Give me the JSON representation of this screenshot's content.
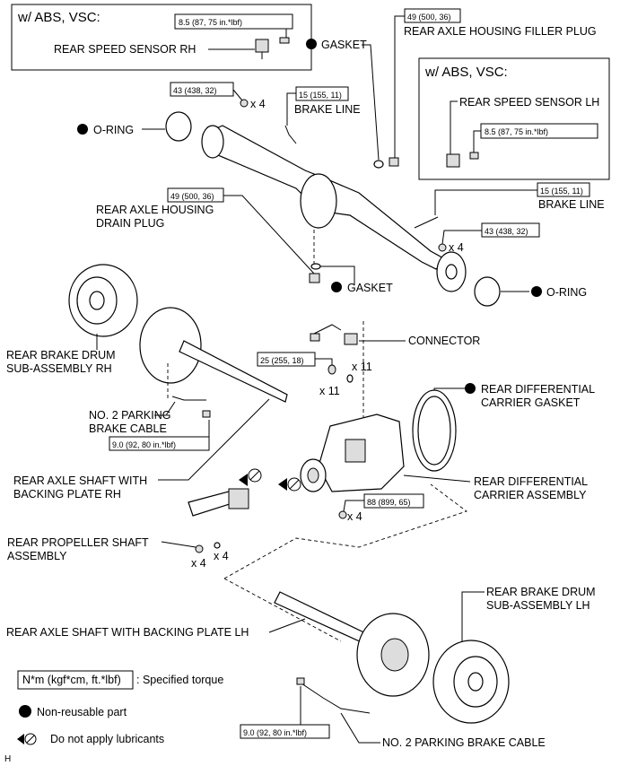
{
  "boxes": {
    "abs_rh_title": "w/ ABS, VSC:",
    "abs_lh_title": "w/ ABS, VSC:"
  },
  "torques": {
    "sensor_rh": "8.5 (87, 75 in.*lbf)",
    "filler_plug": "49 (500, 36)",
    "housing_nut": "43 (438, 32)",
    "brake_line_rh": "15 (155, 11)",
    "sensor_lh": "8.5 (87, 75 in.*lbf)",
    "drain_plug": "49 (500, 36)",
    "brake_line_lh": "15 (155, 11)",
    "housing_nut_lh": "43 (438, 32)",
    "carrier_bolt": "25 (255, 18)",
    "parking_cable_rh": "9.0 (92, 80 in.*lbf)",
    "carrier_nut": "88 (899, 65)",
    "parking_cable_lh": "9.0 (92, 80 in.*lbf)"
  },
  "labels": {
    "rear_speed_sensor_rh": "REAR SPEED SENSOR RH",
    "gasket_top": "GASKET",
    "filler_plug": "REAR AXLE HOUSING FILLER PLUG",
    "rear_speed_sensor_lh": "REAR SPEED SENSOR LH",
    "o_ring_left": "O-RING",
    "brake_line_rh": "BRAKE LINE",
    "drain_plug_1": "REAR AXLE HOUSING",
    "drain_plug_2": "DRAIN PLUG",
    "brake_line_lh": "BRAKE LINE",
    "gasket_bottom": "GASKET",
    "o_ring_right": "O-RING",
    "connector": "CONNECTOR",
    "brake_drum_rh_1": "REAR BRAKE DRUM",
    "brake_drum_rh_2": "SUB-ASSEMBLY RH",
    "carrier_gasket_1": "REAR DIFFERENTIAL",
    "carrier_gasket_2": "CARRIER GASKET",
    "parking_cable_rh_1": "NO. 2 PARKING",
    "parking_cable_rh_2": "BRAKE CABLE",
    "axle_shaft_rh_1": "REAR AXLE SHAFT WITH",
    "axle_shaft_rh_2": "BACKING PLATE RH",
    "diff_carrier_1": "REAR DIFFERENTIAL",
    "diff_carrier_2": "CARRIER ASSEMBLY",
    "propeller_1": "REAR PROPELLER SHAFT",
    "propeller_2": "ASSEMBLY",
    "brake_drum_lh_1": "REAR BRAKE DRUM",
    "brake_drum_lh_2": "SUB-ASSEMBLY LH",
    "axle_shaft_lh": "REAR AXLE SHAFT WITH BACKING PLATE LH",
    "parking_cable_lh": "NO. 2 PARKING BRAKE CABLE"
  },
  "counts": {
    "x4_nut_rh": "x 4",
    "x4_nut_lh": "x 4",
    "x11_a": "x 11",
    "x11_b": "x 11",
    "x4_carrier": "x 4",
    "x4_prop_a": "x 4",
    "x4_prop_b": "x 4"
  },
  "legend": {
    "torque_box": "N*m (kgf*cm, ft.*lbf)",
    "torque_text": ": Specified torque",
    "nonreusable": "Non-reusable part",
    "no_lube": "Do not apply lubricants"
  },
  "footer": {
    "letter": "H"
  }
}
